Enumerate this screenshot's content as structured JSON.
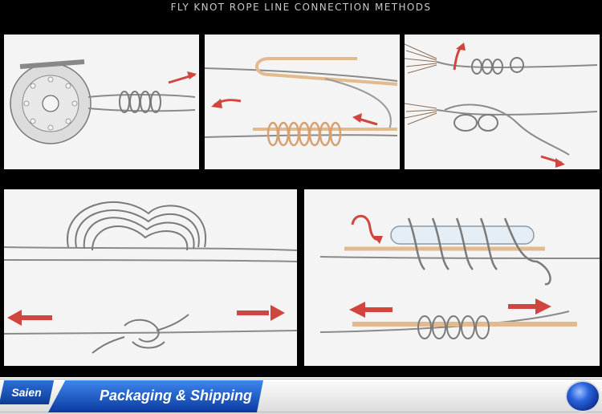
{
  "header": {
    "title": "FLY KNOT ROPE LINE CONNECTION METHODS"
  },
  "banner": {
    "logo_text": "Saien",
    "label": "Packaging & Shipping"
  },
  "colors": {
    "arrow": "#d0453e",
    "line": "#8a8a8a",
    "rope": "#e3b98e",
    "banner_blue": "#1a56c6"
  }
}
